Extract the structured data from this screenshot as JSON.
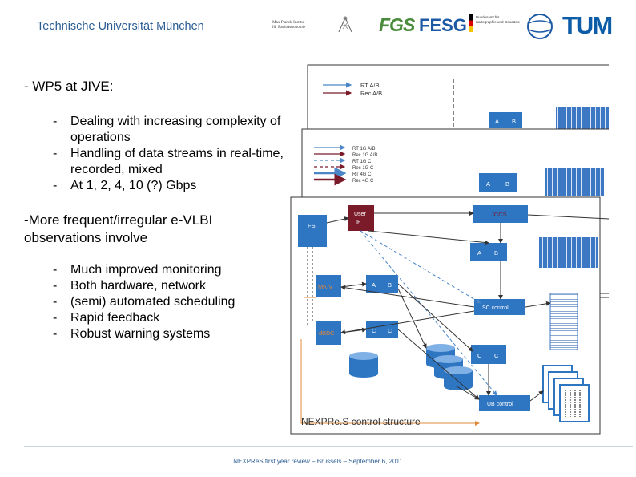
{
  "header": {
    "title": "Technische Universität München",
    "logos": {
      "mpi_lines": [
        "Max-Planck-Institut",
        "für Radioastronomie"
      ],
      "fgs": "FGS",
      "fesg": "FESG",
      "bkg_lines": [
        "Bundesamt für",
        "Kartographie und Geodäsie"
      ],
      "tum": "TUM"
    }
  },
  "content": {
    "heading": "- WP5 at JIVE:",
    "items_1": [
      "Dealing with increasing complexity of operations",
      "Handling of data streams in real-time, recorded, mixed",
      "At 1, 2, 4, 10 (?) Gbps"
    ],
    "subheading": "-More frequent/irregular e-VLBI observations involve",
    "items_2": [
      "Much improved monitoring",
      "Both hardware, network",
      "(semi) automated scheduling",
      "Rapid feedback",
      "Robust warning systems"
    ]
  },
  "diagram": {
    "legend_back": [
      "RT A/B",
      "Rec A/B"
    ],
    "legend_mid": [
      "RT 1G A/B",
      "Rec 1G A/B",
      "RT 1G C",
      "Rec 1G C",
      "RT 4G C",
      "Rec 4G C"
    ],
    "boxes": {
      "a": "A",
      "b": "B",
      "c": "C",
      "fs": "FS",
      "user_if": [
        "User",
        "IF"
      ],
      "jccs": "JCCS",
      "mkiv": "MKIV",
      "dbbc": "dBBC",
      "sc_control": "SC control",
      "ub_control": "UB control"
    },
    "caption": "NEXPRe.S control structure",
    "colors": {
      "box_blue": "#2e75c2",
      "panel_border": "#333333",
      "arrow_orange": "#e0883a",
      "user_if": "#7b1b2a"
    }
  },
  "footer": {
    "text": "NEXPReS first year review – Brussels – September 6, 2011"
  }
}
